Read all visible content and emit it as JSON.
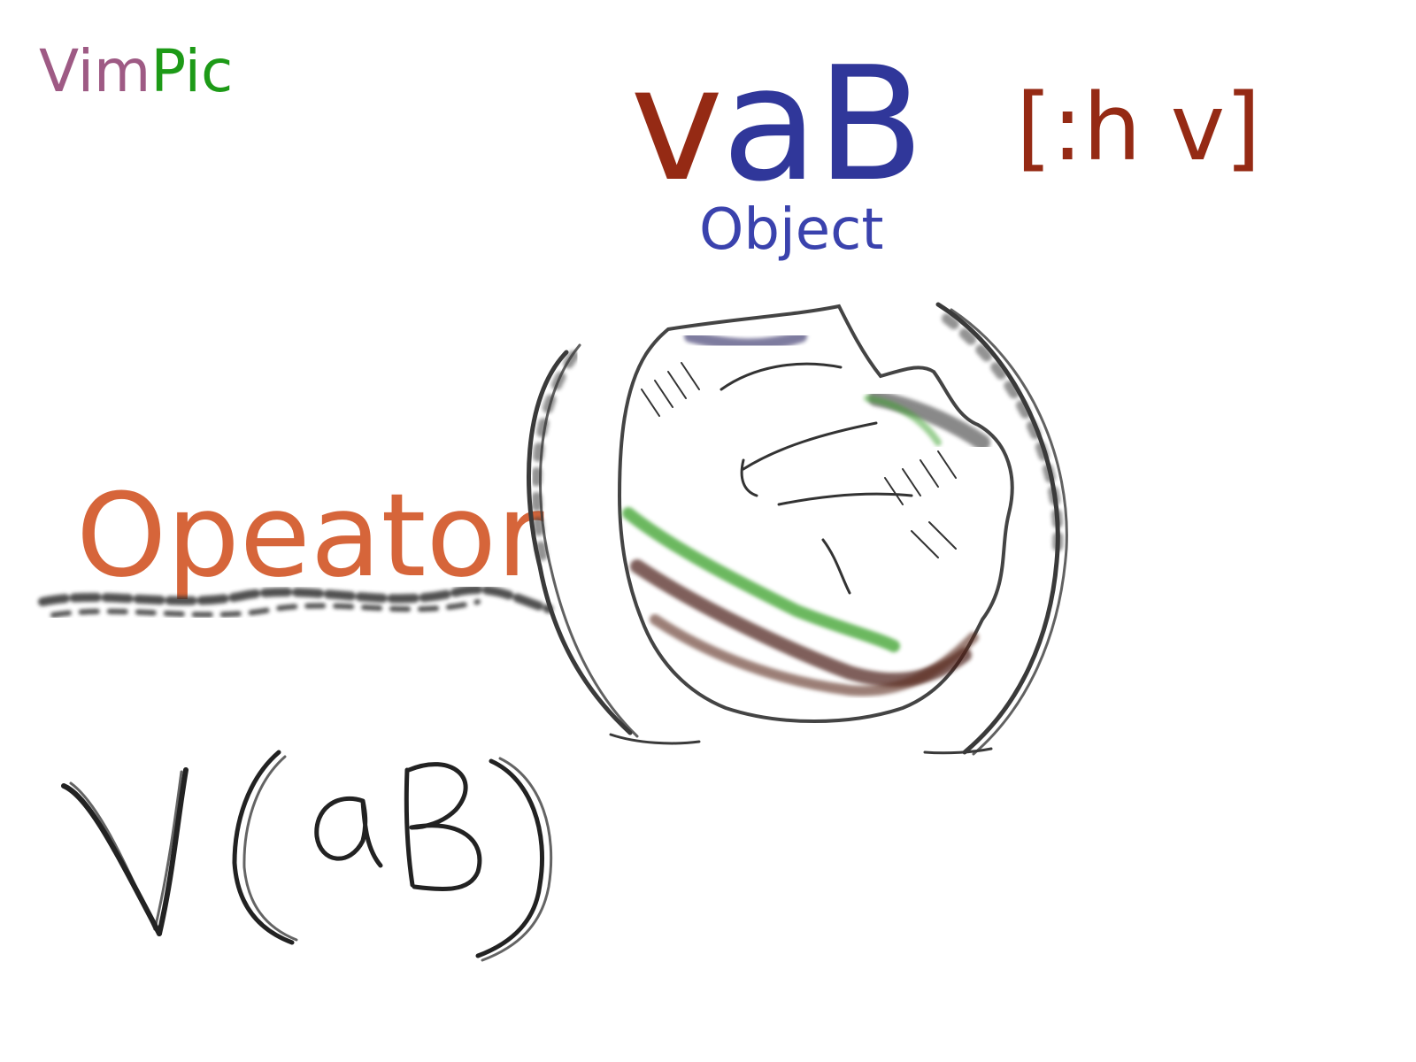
{
  "brand": {
    "part1": "Vim",
    "part2": "Pic"
  },
  "command": {
    "operator": "v",
    "object": "aB"
  },
  "help_cmd": "[:h v]",
  "object_label": "Object",
  "operator_label": "Opeator",
  "handwritten_formula": "V(aB)",
  "colors": {
    "brand_vim": "#9e5a84",
    "brand_pic": "#1d9a17",
    "operator": "#952a14",
    "object": "#30379a",
    "object_label": "#3a42ad",
    "operator_label": "#d6653a",
    "ink": "#222222"
  }
}
